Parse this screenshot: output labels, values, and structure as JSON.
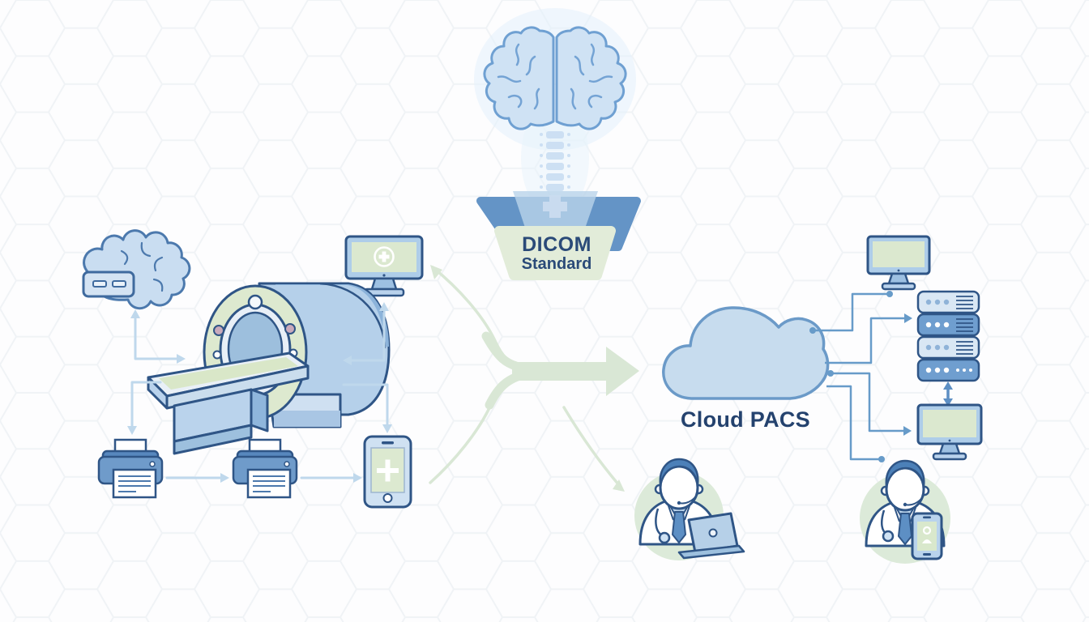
{
  "diagram": {
    "title": "DICOM Standard medical imaging workflow",
    "funnel": {
      "line1": "DICOM",
      "line2": "Standard"
    },
    "cloud": {
      "label": "Cloud PACS"
    },
    "icons": [
      "brain-icon",
      "spine-icon",
      "dicom-funnel-icon",
      "brain-chip-icon",
      "medical-monitor-icon",
      "mri-scanner-icon",
      "printer-icon",
      "printer-icon",
      "medical-smartphone-icon",
      "merge-arrow-icon",
      "cloud-icon",
      "monitor-icon",
      "server-rack-icon",
      "sync-arrows-icon",
      "monitor-icon",
      "doctor-with-laptop-icon",
      "doctor-with-smartphone-icon"
    ],
    "colors": {
      "outline_navy": "#2f5586",
      "mid_blue": "#5d8fc4",
      "light_blue_fill": "#c7dcee",
      "pale_blue_arrow": "#bfd8ec",
      "green_fill": "#dde9cf",
      "sage_arrow": "#d9e7d5",
      "text_navy": "#2a4a78",
      "background": "#fdfdfe"
    }
  }
}
